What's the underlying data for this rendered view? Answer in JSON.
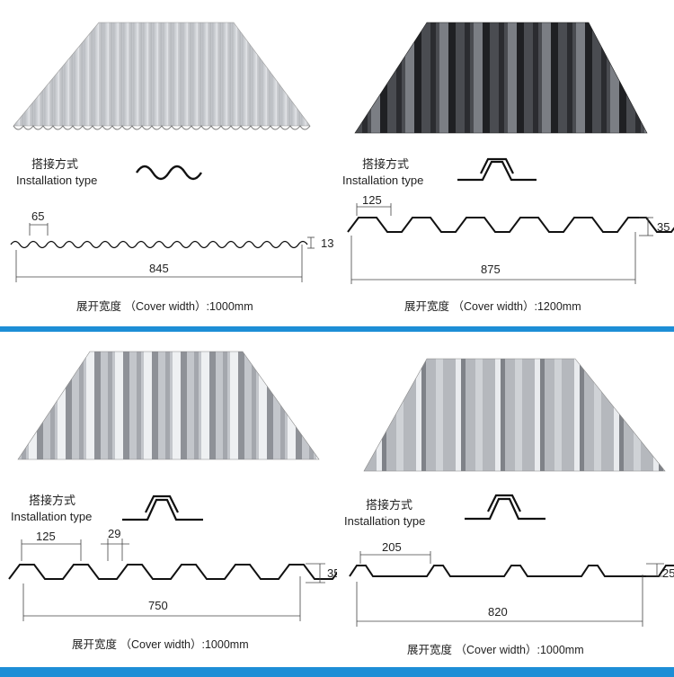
{
  "install_label_cn": "搭接方式",
  "install_label_en": "Installation type",
  "cover_prefix": "展开宽度",
  "panels": [
    {
      "pitch": "65",
      "height": "13",
      "effective_width": "845",
      "cover_text": "（Cover width）:1000mm"
    },
    {
      "pitch": "125",
      "height": "35",
      "effective_width": "875",
      "cover_text": "（Cover width）:1200mm"
    },
    {
      "pitch": "125",
      "crest": "29",
      "height": "35",
      "effective_width": "750",
      "cover_text": "（Cover width）:1000mm"
    },
    {
      "pitch": "205",
      "height": "25",
      "effective_width": "820",
      "cover_text": "（Cover width）:1000mm"
    }
  ],
  "colors": {
    "divider": "#1d8ed6",
    "sheet_silver": "#c9ccd0",
    "sheet_dark": "#3a3c40"
  }
}
